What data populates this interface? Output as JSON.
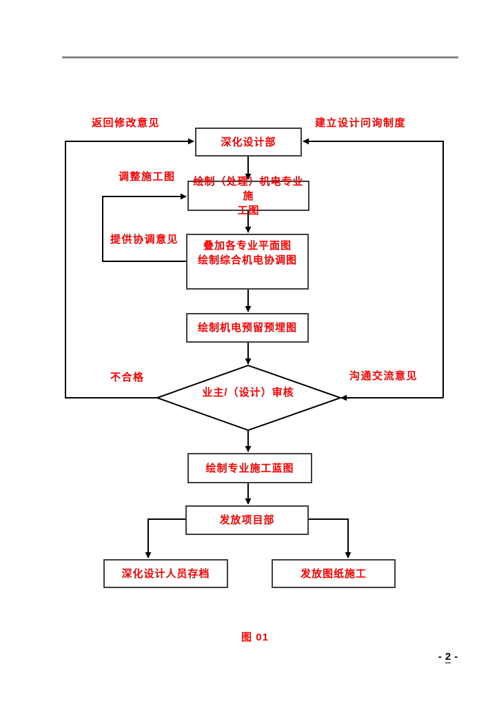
{
  "document": {
    "figure_caption": "图 01",
    "page_number": {
      "prefix": "-",
      "value": "2",
      "suffix": "-"
    }
  },
  "colors": {
    "accent_text": "#ff0000",
    "connector_line": "#000000",
    "box_border": "#3c3c3c"
  },
  "flowchart": {
    "nodes": {
      "dept": "深化设计部",
      "draw_mep": "绘制（处理）机电专业施\n工图",
      "overlay": "叠加各专业平面图\n绘制综合机电协调图",
      "reserve": "绘制机电预留预埋图",
      "review": "业主/（设计）审核",
      "blueprint": "绘制专业施工蓝图",
      "distribute": "发放项目部",
      "archive": "深化设计人员存档",
      "issue": "发放图纸施工"
    },
    "edge_labels": {
      "return_comments": "返回修改意见",
      "establish_inquiry": "建立设计问询制度",
      "adjust_drawings": "调整施工图",
      "provide_coordination": "提供协调意见",
      "fail": "不合格",
      "communicate": "沟通交流意见"
    }
  }
}
